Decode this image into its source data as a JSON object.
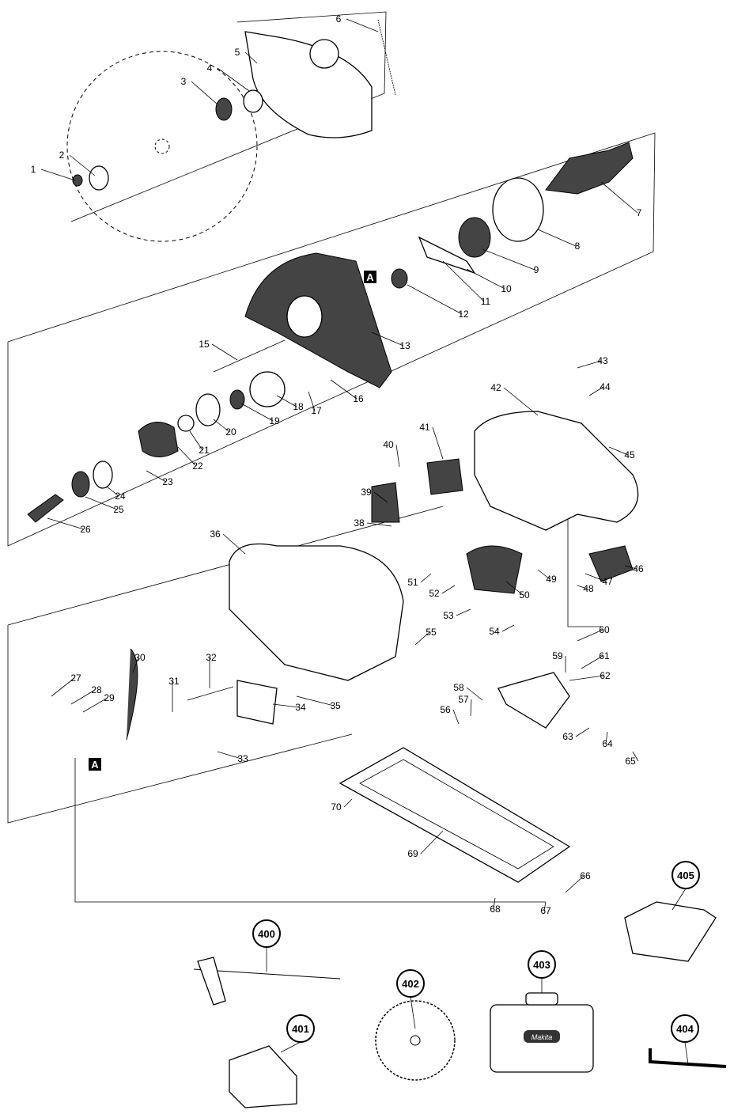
{
  "title": "Exploded parts diagram",
  "parts": [
    "1",
    "2",
    "3",
    "4",
    "5",
    "6",
    "7",
    "8",
    "9",
    "10",
    "11",
    "12",
    "13",
    "15",
    "16",
    "17",
    "18",
    "19",
    "20",
    "21",
    "22",
    "23",
    "24",
    "25",
    "26",
    "27",
    "28",
    "29",
    "30",
    "31",
    "32",
    "33",
    "34",
    "35",
    "36",
    "38",
    "39",
    "40",
    "41",
    "42",
    "43",
    "44",
    "45",
    "46",
    "47",
    "48",
    "49",
    "50",
    "51",
    "52",
    "53",
    "54",
    "55",
    "56",
    "57",
    "58",
    "59",
    "60",
    "61",
    "62",
    "63",
    "64",
    "65",
    "66",
    "67",
    "68",
    "69",
    "70"
  ],
  "accessories": [
    "400",
    "401",
    "402",
    "403",
    "404",
    "405"
  ],
  "reference_marks": [
    "A",
    "A"
  ],
  "case_logo": "Makita"
}
